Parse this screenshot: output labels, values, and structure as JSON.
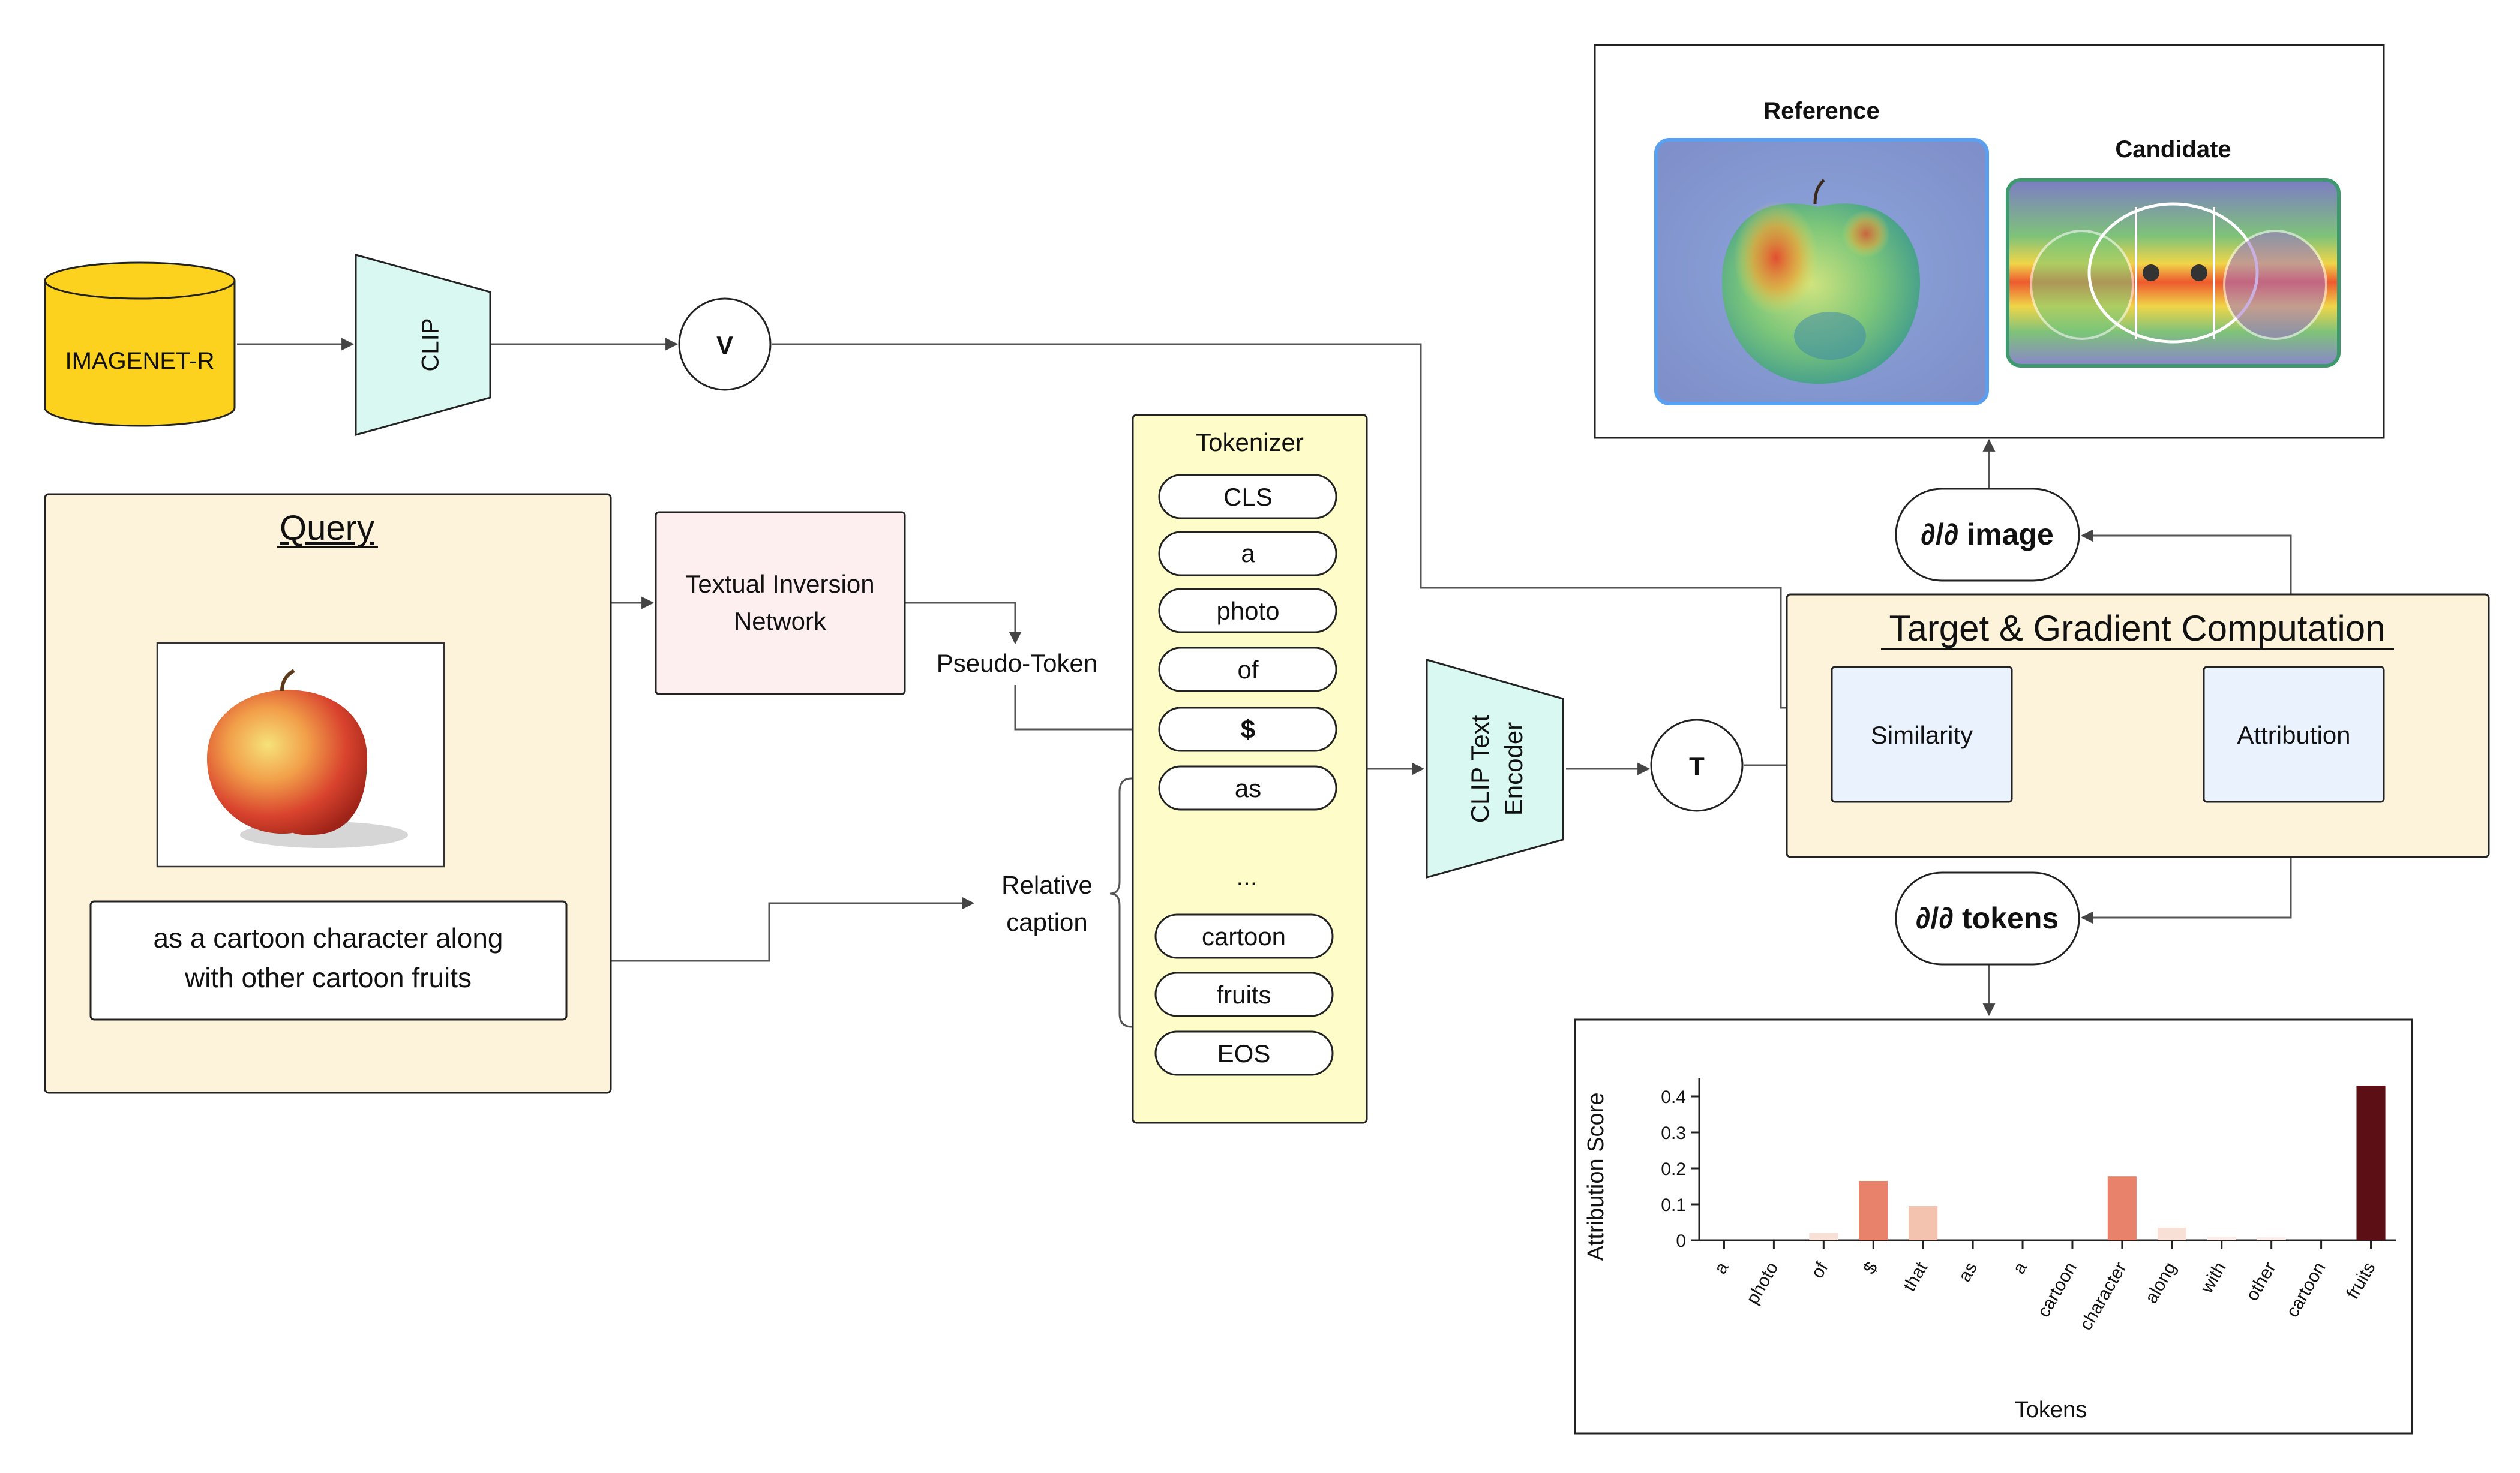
{
  "dataset": {
    "label": "IMAGENET-R"
  },
  "clip_image_encoder": {
    "label": "CLIP"
  },
  "image_embedding": {
    "label": "V"
  },
  "text_embedding": {
    "label": "T"
  },
  "query": {
    "title": "Query",
    "caption_line1": "as a cartoon character along",
    "caption_line2": "with other cartoon fruits"
  },
  "textual_inversion": {
    "line1": "Textual Inversion",
    "line2": "Network"
  },
  "pseudo_token": {
    "label": "Pseudo-Token"
  },
  "relative_caption": {
    "line1": "Relative",
    "line2": "caption"
  },
  "tokenizer": {
    "title": "Tokenizer",
    "tokens": [
      "CLS",
      "a",
      "photo",
      "of",
      "$",
      "as"
    ],
    "ellipsis": "...",
    "tokens_end": [
      "cartoon",
      "fruits",
      "EOS"
    ]
  },
  "clip_text_encoder": {
    "line1": "CLIP Text",
    "line2": "Encoder"
  },
  "target": {
    "title": "Target & Gradient Computation",
    "similarity": "Similarity",
    "attribution": "Attribution"
  },
  "grad_image": {
    "label": "∂/∂ image"
  },
  "grad_tokens": {
    "label": "∂/∂ tokens"
  },
  "heatmaps": {
    "reference": "Reference",
    "candidate": "Candidate"
  },
  "colors": {
    "dataset": "#FDD21E",
    "query_bg": "#FDF3DA",
    "tokenizer_bg": "#FEFCC9",
    "encoder_bg": "#D8F8F1",
    "inversion_bg": "#FDEFEF",
    "sim_bg": "#EAF2FE",
    "reference_title": "#2563EB",
    "candidate_title": "#2E7D3E"
  },
  "chart_data": {
    "type": "bar",
    "categories": [
      "a",
      "photo",
      "of",
      "$",
      "that",
      "as",
      "a",
      "cartoon",
      "character",
      "along",
      "with",
      "other",
      "cartoon",
      "fruits"
    ],
    "values": [
      0.0,
      0.0,
      0.02,
      0.165,
      0.095,
      0.0,
      0.0,
      0.0,
      0.178,
      0.035,
      0.01,
      0.008,
      0.0,
      0.43
    ],
    "xlabel": "Tokens",
    "ylabel": "Attribution Score",
    "ylim": [
      0,
      0.45
    ],
    "yticks": [
      0,
      0.1,
      0.2,
      0.3,
      0.4
    ],
    "ytick_labels": [
      "0",
      "0.1",
      "0.2",
      "0.3",
      "0.4"
    ]
  }
}
